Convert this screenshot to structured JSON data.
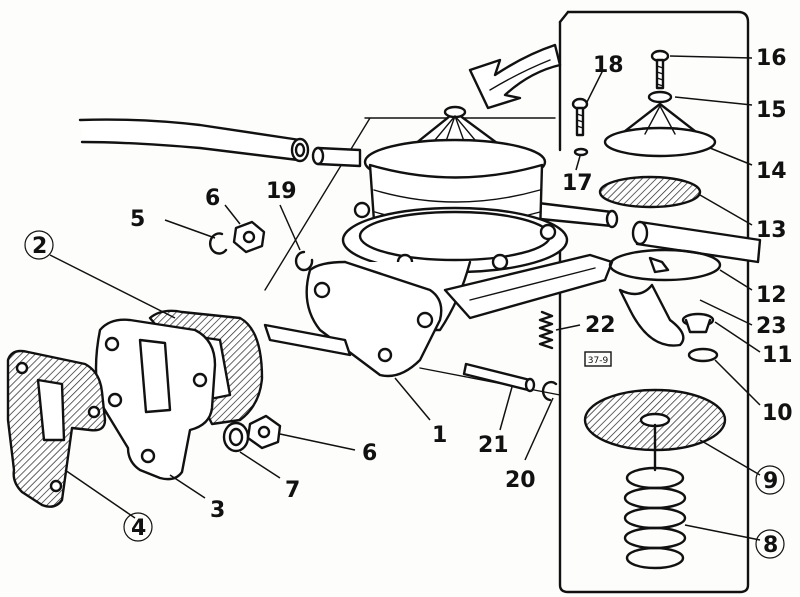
{
  "labels": {
    "l1": "1",
    "l2": "2",
    "l3": "3",
    "l4": "4",
    "l5": "5",
    "l6a": "6",
    "l6b": "6",
    "l7": "7",
    "l8": "8",
    "l9": "9",
    "l10": "10",
    "l11": "11",
    "l12": "12",
    "l13": "13",
    "l14": "14",
    "l15": "15",
    "l16": "16",
    "l17": "17",
    "l18": "18",
    "l19": "19",
    "l20": "20",
    "l21": "21",
    "l22": "22",
    "l23": "23"
  },
  "stamp": "37-9"
}
